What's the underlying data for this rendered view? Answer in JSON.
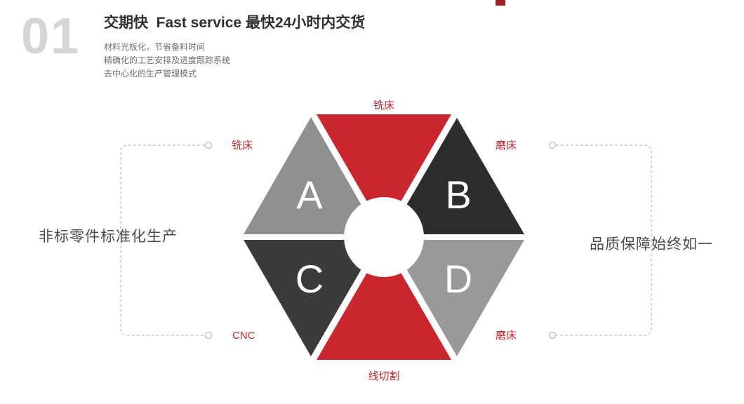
{
  "header": {
    "section_number": "01",
    "title": "交期快  Fast service 最快24小时内交货",
    "bullets": [
      "材料光板化，节省备料时间",
      "精确化的工艺安排及进度跟踪系统",
      "去中心化的生产管理模式"
    ]
  },
  "diagram": {
    "segments": {
      "top": {
        "color": "#c9262d",
        "label": "铣床"
      },
      "top_left": {
        "color": "#8f9092",
        "letter": "A",
        "label": "铣床"
      },
      "top_right": {
        "color": "#2d2d2f",
        "letter": "B",
        "label": "磨床"
      },
      "bottom_left": {
        "color": "#3b3b3d",
        "letter": "C",
        "label": "CNC"
      },
      "bottom_right": {
        "color": "#98999b",
        "letter": "D",
        "label": "磨床"
      },
      "bottom": {
        "color": "#c9262d",
        "label": "线切割"
      }
    },
    "labels": {
      "top": "铣床",
      "upper_left": "铣床",
      "upper_right": "磨床",
      "lower_left": "CNC",
      "lower_right": "磨床",
      "bottom": "线切割"
    },
    "side_text_left": "非标零件标准化生产",
    "side_text_right": "品质保障始终如一"
  },
  "colors": {
    "accent_red": "#c9262d",
    "label_red": "#c2272d",
    "dark_segment": "#2d2d2f",
    "gray_segment": "#8f9092",
    "dashed_line": "#cbcbcb",
    "top_marker": "#9b2227",
    "section_number_gray": "#d5d5d5"
  }
}
